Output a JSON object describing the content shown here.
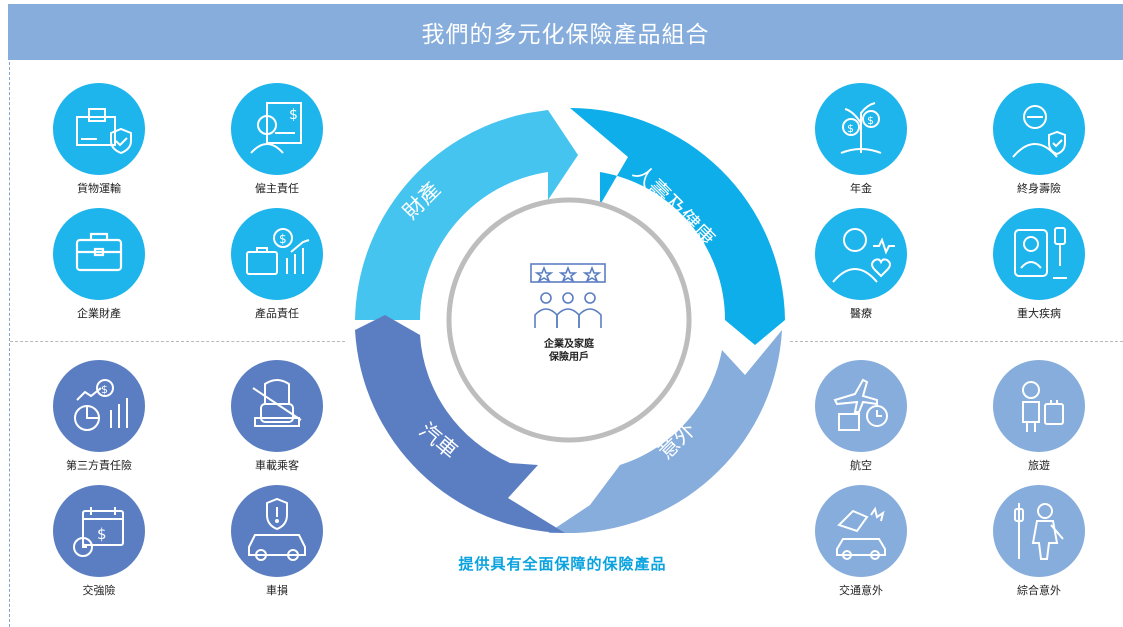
{
  "title": "我們的多元化保險產品組合",
  "tagline": "提供具有全面保障的保險產品",
  "center": {
    "line1": "企業及家庭",
    "line2": "保險用戶"
  },
  "segments": {
    "property": "財產",
    "life_health": "人壽及健康",
    "accident": "意外",
    "motor": "汽車"
  },
  "colors": {
    "property": "#45C4F0",
    "life_health": "#0EAEEA",
    "accident": "#86ADDB",
    "motor": "#5B7EC2",
    "banner": "#86ADDB"
  },
  "products": {
    "cargo": "貨物運輸",
    "employer": "僱主責任",
    "enterprise_property": "企業財產",
    "product_liability": "產品責任",
    "third_party": "第三方責任險",
    "passengers": "車載乘客",
    "compulsory": "交強險",
    "vehicle_damage": "車損",
    "annuity": "年金",
    "whole_life": "終身壽險",
    "medical": "醫療",
    "critical_illness": "重大疾病",
    "aviation": "航空",
    "travel": "旅遊",
    "traffic_accident": "交通意外",
    "general_accident": "綜合意外"
  }
}
